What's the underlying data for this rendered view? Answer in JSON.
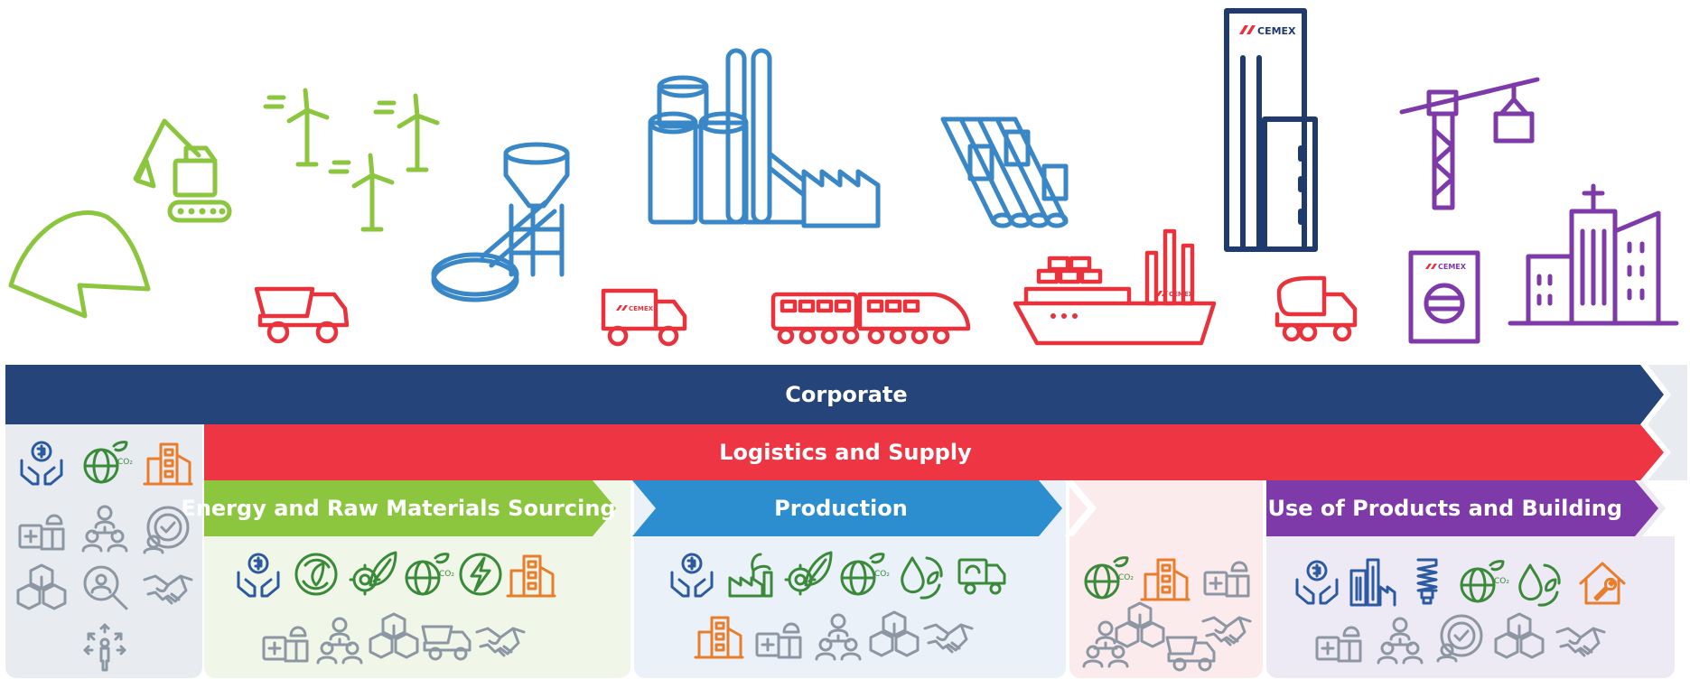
{
  "bands": {
    "corporate": "Corporate",
    "logistics": "Logistics and Supply",
    "energy": "Energy and Raw Materials Sourcing",
    "production": "Production",
    "use": "Use of Products and Building"
  },
  "brand": {
    "logo_text": "CEMEX"
  },
  "colors": {
    "navy": "#24447a",
    "red": "#ee3543",
    "green": "#8cc63f",
    "blue": "#2c8ecf",
    "purple": "#7d3aa8",
    "panel_grey": "#e8ecf1",
    "panel_green": "#f1f7e8",
    "panel_blue": "#eaf1f9",
    "panel_pink": "#fcebec",
    "panel_purple": "#eeeaf5"
  },
  "icons": {
    "corporate": [
      "hands-dollar-icon",
      "globe-co2-icon",
      "buildings-icon",
      "health-safety-icon",
      "people-network-icon",
      "check-badge-icon",
      "network-cubes-icon",
      "search-person-icon",
      "handshake-icon",
      "person-arrows-icon"
    ],
    "energy": [
      "hands-dollar-icon",
      "recycle-leaf-icon",
      "gear-leaf-icon",
      "globe-co2-icon",
      "lightning-icon",
      "buildings-icon",
      "health-safety-icon",
      "people-network-icon",
      "network-cubes-icon",
      "dump-truck-icon",
      "handshake-icon"
    ],
    "production": [
      "hands-dollar-icon",
      "plant-factory-icon",
      "gear-leaf-icon",
      "globe-co2-icon",
      "water-recycle-icon",
      "recycle-truck-icon",
      "buildings-icon",
      "health-safety-icon",
      "people-network-icon",
      "network-cubes-icon",
      "handshake-icon"
    ],
    "logistics": [
      "globe-co2-icon",
      "buildings-icon",
      "health-safety-icon",
      "people-network-icon",
      "network-cubes-icon",
      "handshake-icon",
      "dump-truck-icon"
    ],
    "use": [
      "hands-dollar-icon",
      "city-icon",
      "bulb-icon",
      "globe-co2-icon",
      "water-recycle-icon",
      "house-wrench-icon",
      "health-safety-icon",
      "people-network-icon",
      "check-badge-icon",
      "network-cubes-icon",
      "handshake-icon"
    ]
  }
}
